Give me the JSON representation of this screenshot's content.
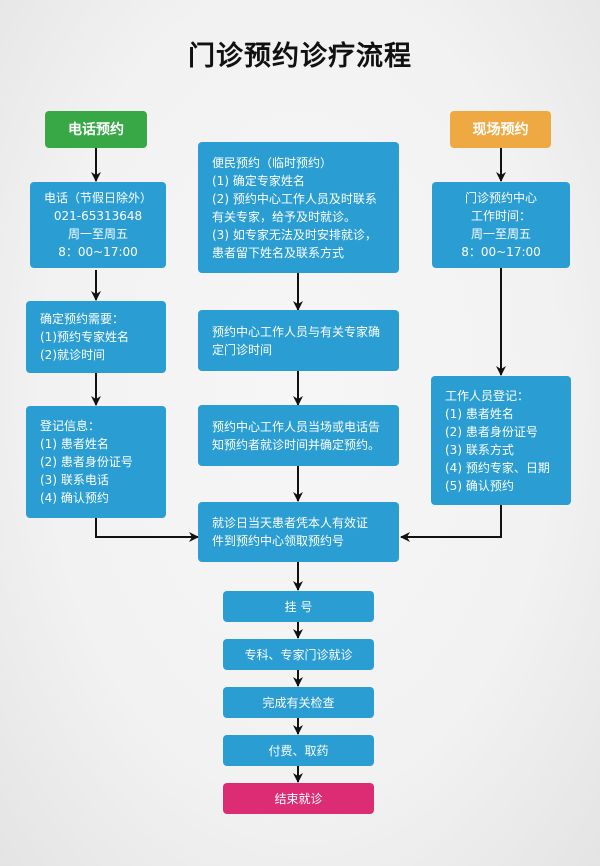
{
  "title": "门诊预约诊疗流程",
  "colors": {
    "process_box": "#2a9dd2",
    "phone_header": "#38a846",
    "onsite_header": "#efa942",
    "end_box": "#dc2d74",
    "arrow": "#111111"
  },
  "left": {
    "header": "电话预约",
    "contact": [
      "电话（节假日除外）",
      "021-65313648",
      "周一至周五",
      "8：00~17:00"
    ],
    "confirm": [
      "确定预约需要：",
      "(1)预约专家姓名",
      "(2)就诊时间"
    ],
    "register": [
      "登记信息：",
      "(1) 患者姓名",
      "(2) 患者身份证号",
      "(3) 联系电话",
      "(4) 确认预约"
    ]
  },
  "middle": {
    "convenience": [
      "便民预约（临时预约）",
      "(1) 确定专家姓名",
      "(2) 预约中心工作人员及时联系",
      "有关专家，给予及时就诊。",
      "(3) 如专家无法及时安排就诊，",
      "患者留下姓名及联系方式"
    ],
    "confirm_time": [
      "预约中心工作人员与有关专家确",
      "定门诊时间"
    ],
    "notify": [
      "预约中心工作人员当场或电话告",
      "知预约者就诊时间并确定预约。"
    ]
  },
  "right": {
    "header": "现场预约",
    "center": [
      "门诊预约中心",
      "工作时间：",
      "周一至周五",
      "8：00~17:00"
    ],
    "register": [
      "工作人员登记：",
      "(1) 患者姓名",
      "(2) 患者身份证号",
      "(3) 联系方式",
      "(4) 预约专家、日期",
      "(5) 确认预约"
    ]
  },
  "flow": {
    "pickup": [
      "就诊日当天患者凭本人有效证",
      "件到预约中心领取预约号"
    ],
    "register_number": "挂 号",
    "clinic_visit": "专科、专家门诊就诊",
    "examination": "完成有关检查",
    "payment": "付费、取药",
    "end": "结束就诊"
  }
}
